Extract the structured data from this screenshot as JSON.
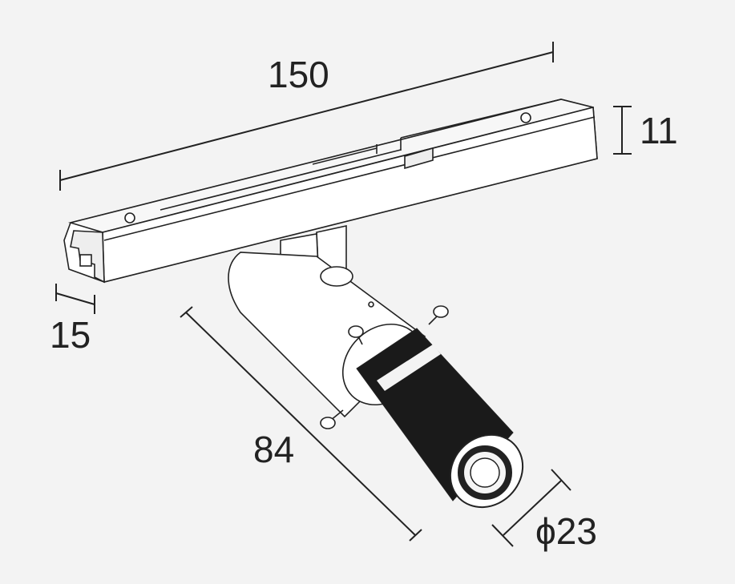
{
  "dimensions": {
    "length": "150",
    "height": "11",
    "width": "15",
    "fixture_length": "84",
    "diameter": "ϕ23"
  },
  "colors": {
    "background": "#f3f3f3",
    "line": "#222222",
    "lens_body": "#1a1a1a"
  }
}
